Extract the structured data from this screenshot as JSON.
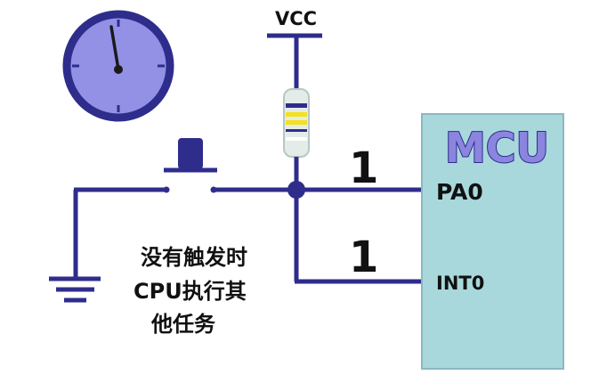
{
  "colors": {
    "wire": "#2e2d8c",
    "mcu_fill": "#a8d8dc",
    "mcu_stroke": "#8ab8c0",
    "mcu_title_fill": "#8b85e0",
    "mcu_title_stroke": "#2e2d8c",
    "clock_face": "#9391e6",
    "clock_rim": "#2e2d8c",
    "resistor_body": "#e3ece8",
    "band_blue": "#2e2d8c",
    "band_yellow": "#f5e11a",
    "text": "#111111"
  },
  "icons": {
    "clock": "clock-icon",
    "push_button": "push-button-icon",
    "resistor": "resistor-icon",
    "ground": "ground-icon"
  },
  "labels": {
    "vcc": "VCC",
    "mcu": "MCU",
    "pa0": "PA0",
    "int0": "INT0",
    "level_pa0": "1",
    "level_int0": "1"
  },
  "caption": {
    "line1": "没有触发时",
    "line2": "CPU执行其",
    "line3": "他任务"
  }
}
